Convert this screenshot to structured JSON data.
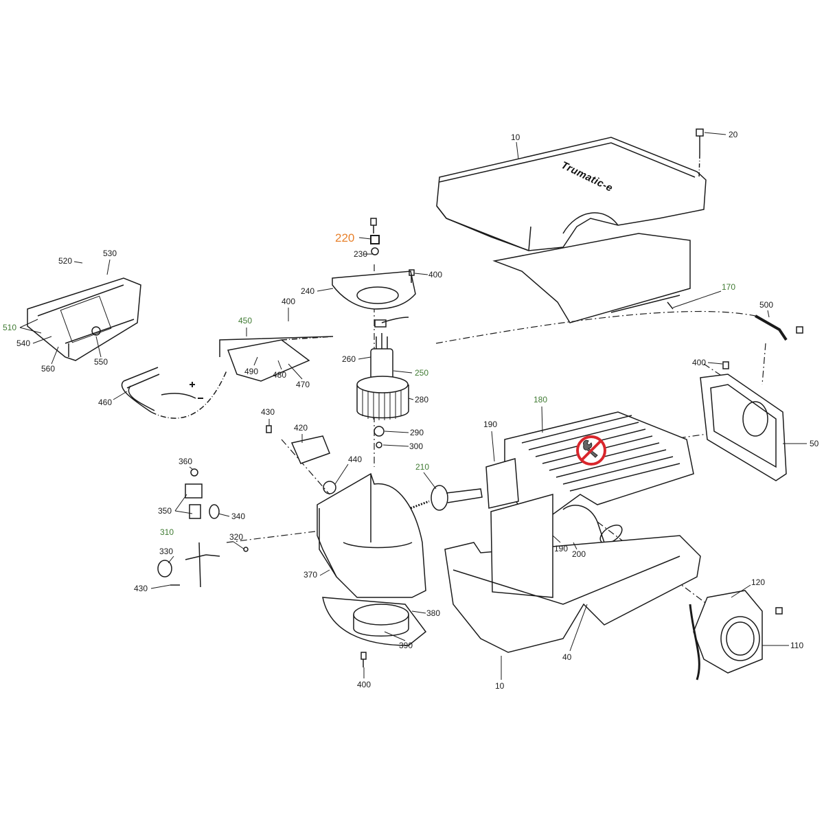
{
  "diagram": {
    "logo_text": "Trumatic-e",
    "no_service_icon": "wrench-prohibited-icon",
    "colors": {
      "line": "#1a1a1a",
      "green_label": "#3f7a32",
      "highlight_label": "#e8812c",
      "prohibited": "#d9262c"
    }
  },
  "labels": [
    {
      "text": "10"
    },
    {
      "text": "20"
    },
    {
      "text": "220"
    },
    {
      "text": "230"
    },
    {
      "text": "400"
    },
    {
      "text": "240"
    },
    {
      "text": "170"
    },
    {
      "text": "520"
    },
    {
      "text": "530"
    },
    {
      "text": "510"
    },
    {
      "text": "540"
    },
    {
      "text": "560"
    },
    {
      "text": "550"
    },
    {
      "text": "450"
    },
    {
      "text": "400"
    },
    {
      "text": "500"
    },
    {
      "text": "460"
    },
    {
      "text": "490"
    },
    {
      "text": "480"
    },
    {
      "text": "470"
    },
    {
      "text": "260"
    },
    {
      "text": "250"
    },
    {
      "text": "280"
    },
    {
      "text": "400"
    },
    {
      "text": "430"
    },
    {
      "text": "420"
    },
    {
      "text": "180"
    },
    {
      "text": "190"
    },
    {
      "text": "50"
    },
    {
      "text": "290"
    },
    {
      "text": "300"
    },
    {
      "text": "360"
    },
    {
      "text": "440"
    },
    {
      "text": "210"
    },
    {
      "text": "350"
    },
    {
      "text": "340"
    },
    {
      "text": "310"
    },
    {
      "text": "320"
    },
    {
      "text": "330"
    },
    {
      "text": "190"
    },
    {
      "text": "200"
    },
    {
      "text": "370"
    },
    {
      "text": "430"
    },
    {
      "text": "120"
    },
    {
      "text": "380"
    },
    {
      "text": "390"
    },
    {
      "text": "110"
    },
    {
      "text": "40"
    },
    {
      "text": "10"
    },
    {
      "text": "400"
    }
  ]
}
